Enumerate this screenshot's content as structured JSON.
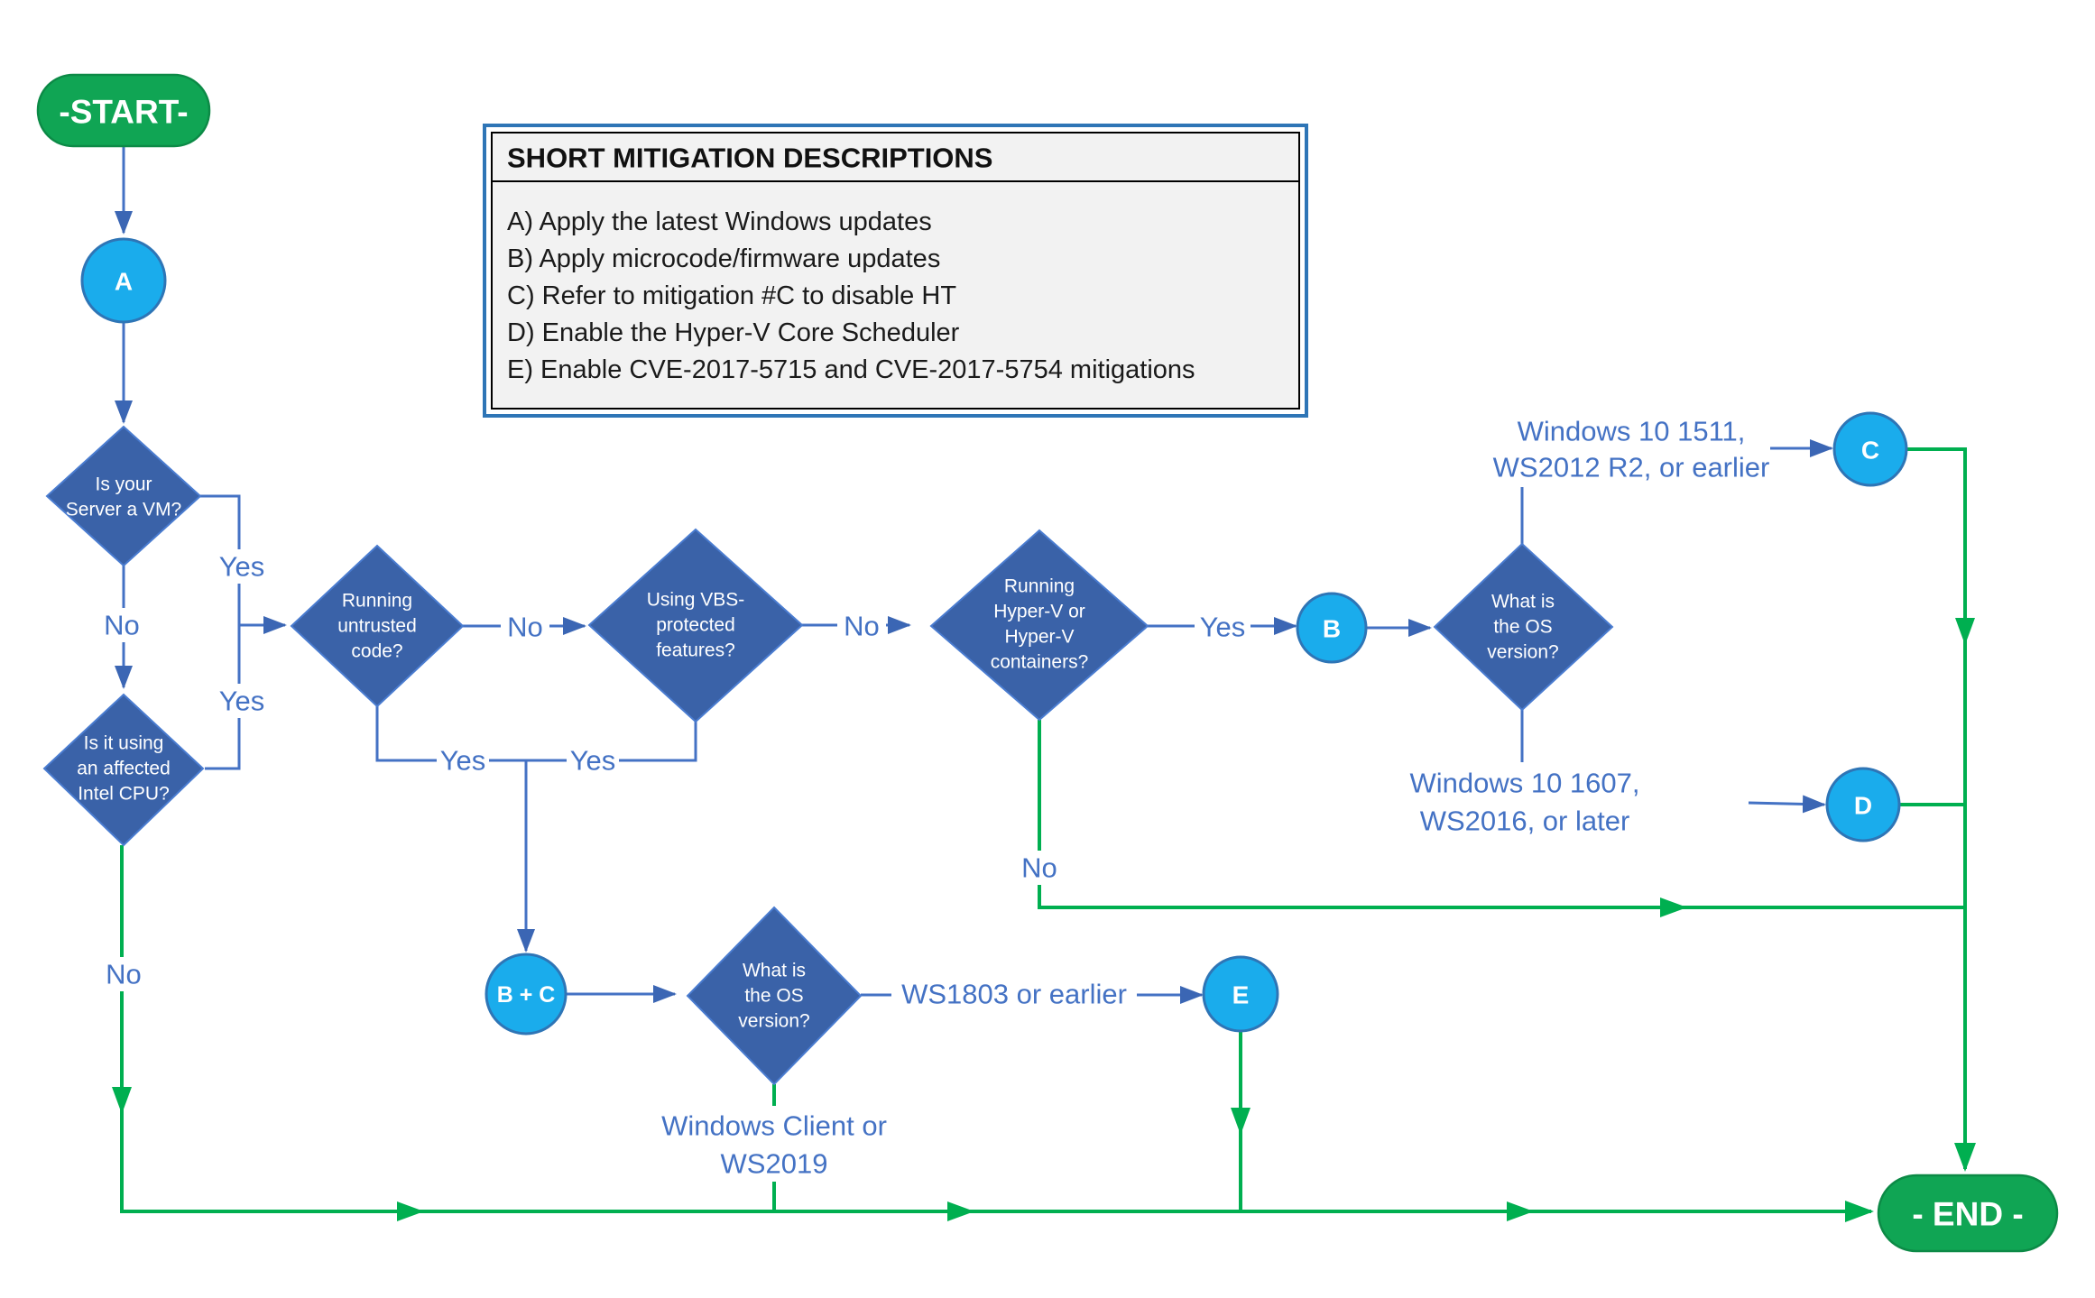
{
  "fc": {
    "start_label": "-START-",
    "end_label": "- END -",
    "legend": {
      "title": "SHORT MITIGATION DESCRIPTIONS",
      "items": [
        "A) Apply the latest Windows updates",
        "B) Apply microcode/firmware updates",
        "C) Refer to mitigation #C to disable HT",
        "D) Enable the Hyper-V Core Scheduler",
        "E)  Enable CVE-2017-5715 and CVE-2017-5754 mitigations"
      ]
    },
    "circles": {
      "a": "A",
      "b": "B",
      "bc": "B + C",
      "c": "C",
      "d": "D",
      "e": "E"
    },
    "decisions": {
      "vm": {
        "line1": "Is your",
        "line2": "Server a VM?"
      },
      "intel": {
        "line1": "Is it using",
        "line2": "an affected",
        "line3": "Intel CPU?"
      },
      "untrusted": {
        "line1": "Running",
        "line2": "untrusted",
        "line3": "code?"
      },
      "vbs": {
        "line1": "Using VBS-",
        "line2": "protected",
        "line3": "features?"
      },
      "hyperv": {
        "line1": "Running",
        "line2": "Hyper-V or",
        "line3": "Hyper-V",
        "line4": "containers?"
      },
      "os_top": {
        "line1": "What is",
        "line2": "the OS",
        "line3": "version?"
      },
      "os_bottom": {
        "line1": "What is",
        "line2": "the OS",
        "line3": "version?"
      }
    },
    "edges": {
      "vm_yes": "Yes",
      "vm_no": "No",
      "intel_yes": "Yes",
      "intel_no": "No",
      "untrusted_no": "No",
      "untrusted_yes": "Yes",
      "vbs_no": "No",
      "vbs_yes": "Yes",
      "hyperv_yes": "Yes",
      "hyperv_no": "No",
      "os_top_up_line1": "Windows 10 1511,",
      "os_top_up_line2": "WS2012 R2, or earlier",
      "os_top_down_line1": "Windows 10 1607,",
      "os_top_down_line2": "WS2016, or later",
      "os_bottom_right": "WS1803 or earlier",
      "os_bottom_down_line1": "Windows Client or",
      "os_bottom_down_line2": "WS2019"
    },
    "colors": {
      "green_line": "#00AF50",
      "green_node": "#10A554",
      "blue_line": "#4472C4",
      "diamond_fill": "#3A62A8",
      "circle_fill": "#1AACEC",
      "circle_border": "#2E75B6",
      "label_blue": "#4472C4",
      "legend_bg": "#F2F2F2",
      "legend_border_outer": "#2E75B6"
    }
  }
}
